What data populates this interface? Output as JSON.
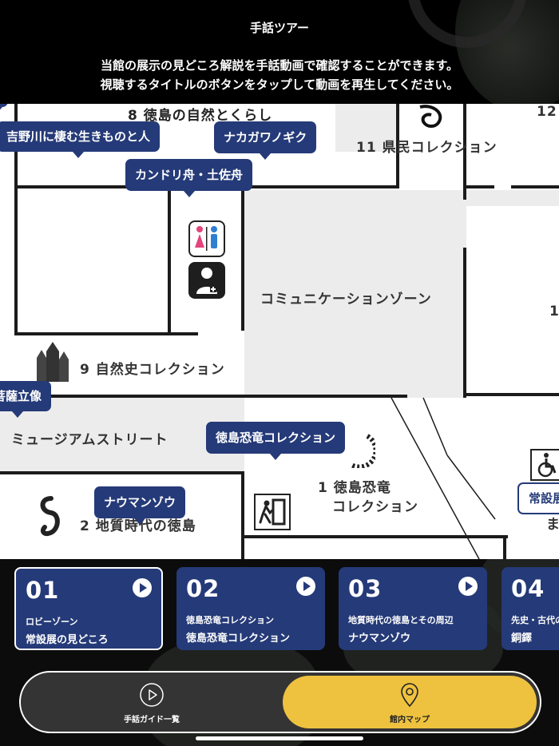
{
  "header": {
    "title": "手話ツアー",
    "description_line1": "当館の展示の見どころ解説を手話動画で確認することができます。",
    "description_line2": "視聴するタイトルのボタンをタップして動画を再生してください。"
  },
  "map": {
    "areas": {
      "nature_life": "8 徳島の自然とくらし",
      "prefecture_collection": "11 県民コレクション",
      "area_12": "12",
      "communication_zone": "コミュニケーションゾーン",
      "natural_history": "9 自然史コレクション",
      "museum_street": "ミュージアムストリート",
      "dinosaur_line1": "1 徳島恐竜",
      "dinosaur_line2": "コレクション",
      "geology": "2 地質時代の徳島",
      "partial_1": "1",
      "partial_ma": "ま"
    },
    "pins": {
      "yoshino": "吉野川に棲む生きものと人",
      "nakagawa": "ナカガワノギク",
      "kandori": "カンドリ舟・土佐舟",
      "bosatsu": "菩薩立像",
      "dinosaur": "徳島恐竜コレクション",
      "naumann": "ナウマンゾウ",
      "permanent": "常設展"
    }
  },
  "cards": [
    {
      "number": "01",
      "zone": "ロビーゾーン",
      "title": "常設展の見どころ"
    },
    {
      "number": "02",
      "zone": "徳島恐竜コレクション",
      "title": "徳島恐竜コレクション"
    },
    {
      "number": "03",
      "zone": "地質時代の徳島とその周辺",
      "title": "ナウマンゾウ"
    },
    {
      "number": "04",
      "zone": "先史・古代の",
      "title": "銅鐸"
    }
  ],
  "tabs": {
    "guide_label": "手話ガイド一覧",
    "map_label": "館内マップ",
    "active": "map"
  },
  "colors": {
    "accent_navy": "#253a78",
    "tab_active_yellow": "#eec23f",
    "map_zone_gray": "#ececec"
  }
}
